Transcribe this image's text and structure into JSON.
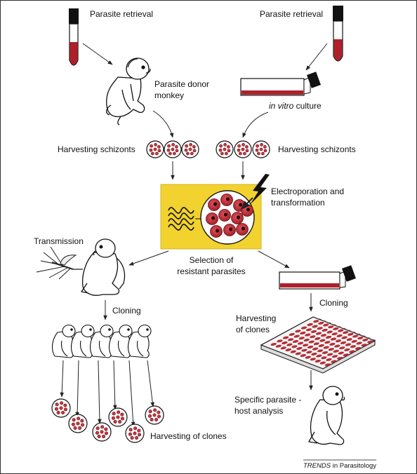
{
  "labels": {
    "retrieval_left": "Parasite retrieval",
    "retrieval_right": "Parasite retrieval",
    "donor_line1": "Parasite donor",
    "donor_line2": "monkey",
    "invitro_italic": "in vitro",
    "invitro_rest": " culture",
    "harvest_left": "Harvesting schizonts",
    "harvest_right": "Harvesting schizonts",
    "electro_line1": "Electroporation and",
    "electro_line2": "transformation",
    "transmission": "Transmission",
    "selection_line1": "Selection of",
    "selection_line2": "resistant parasites",
    "cloning_left": "Cloning",
    "cloning_right": "Cloning",
    "harvest_clones_line1": "Harvesting",
    "harvest_clones_line2": "of clones",
    "specific_line1": "Specific parasite -",
    "specific_line2": "host analysis",
    "harvest_clones_bottom": "Harvesting of clones",
    "credit_italic": "TRENDS",
    "credit_rest": " in Parasitology"
  },
  "colors": {
    "blood": "#b0202a",
    "cell": "#cc3840",
    "cell_dark": "#5a0c10",
    "panel_yellow": "#f2d22e",
    "line": "#222222"
  }
}
